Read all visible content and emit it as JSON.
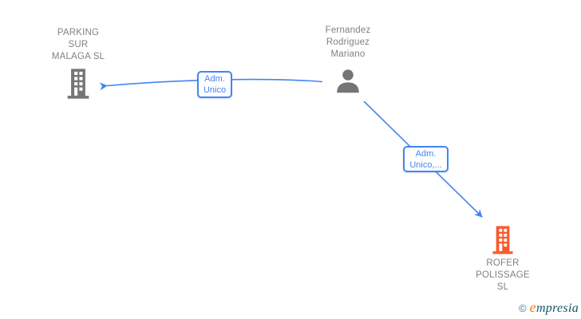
{
  "diagram": {
    "background": "#ffffff",
    "colors": {
      "edge_blue": "#4285F4",
      "label_border": "#4285F4",
      "label_text": "#4285F4",
      "entity_text": "#818181",
      "icon_gray": "#757575",
      "icon_orange": "#F95B2D"
    },
    "entities": {
      "parking": {
        "type": "company",
        "icon": "building-icon",
        "line1": "PARKING",
        "line2": "SUR",
        "line3": "MALAGA SL"
      },
      "person": {
        "type": "person",
        "icon": "person-icon",
        "line1": "Fernandez",
        "line2": "Rodriguez",
        "line3": "Mariano"
      },
      "rofer": {
        "type": "company",
        "icon": "building-icon",
        "line1": "ROFER",
        "line2": "POLISSAGE",
        "line3": "SL"
      }
    },
    "edges": {
      "person_to_parking": {
        "from": "Fernandez Rodriguez Mariano",
        "to": "PARKING SUR MALAGA SL",
        "label_line1": "Adm.",
        "label_line2": "Unico"
      },
      "person_to_rofer": {
        "from": "Fernandez Rodriguez Mariano",
        "to": "ROFER POLISSAGE SL",
        "label_line1": "Adm.",
        "label_line2": "Unico,..."
      }
    }
  },
  "footer": {
    "copyright": "©",
    "brand_first_letter": "e",
    "brand_rest": "mpresia"
  }
}
